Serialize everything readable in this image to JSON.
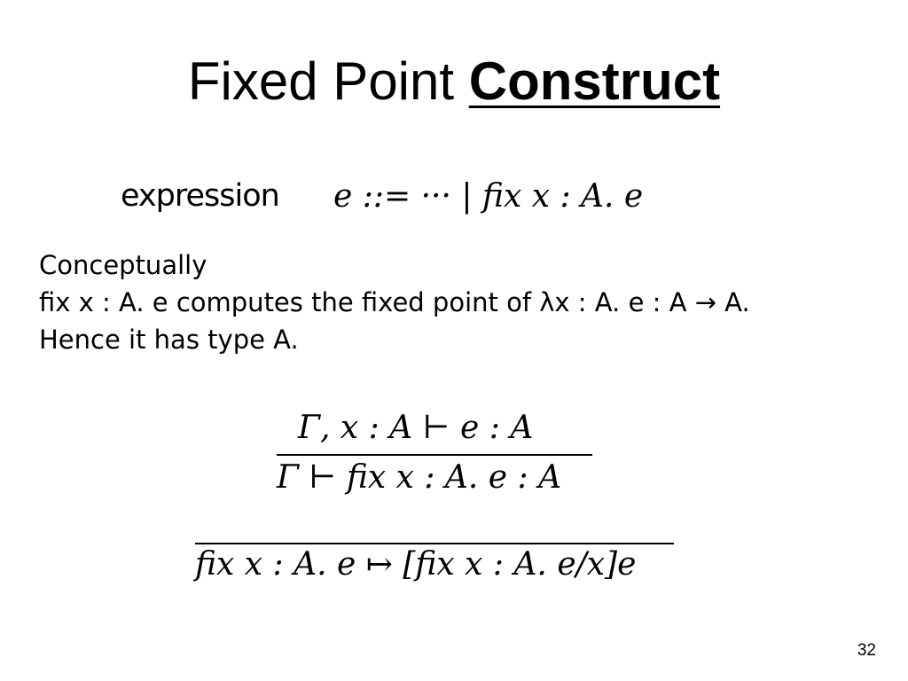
{
  "title": {
    "plain": "Fixed Point ",
    "emphasis": "Construct"
  },
  "grammar": {
    "label": "expression",
    "rule": "e  ::=  ···  |  fix  x : A. e"
  },
  "concept": {
    "lines": [
      "Conceptually",
      "fix  x : A. e  computes the fixed point of  λx : A. e : A → A.",
      "Hence it has type  A."
    ]
  },
  "typing_rule": {
    "premise": "Γ, x : A ⊢ e : A",
    "conclusion": "Γ ⊢ fix  x : A. e : A"
  },
  "reduction_rule": {
    "conclusion": "fix  x : A. e ↦ [fix  x : A. e/x]e"
  },
  "page_number": "32"
}
